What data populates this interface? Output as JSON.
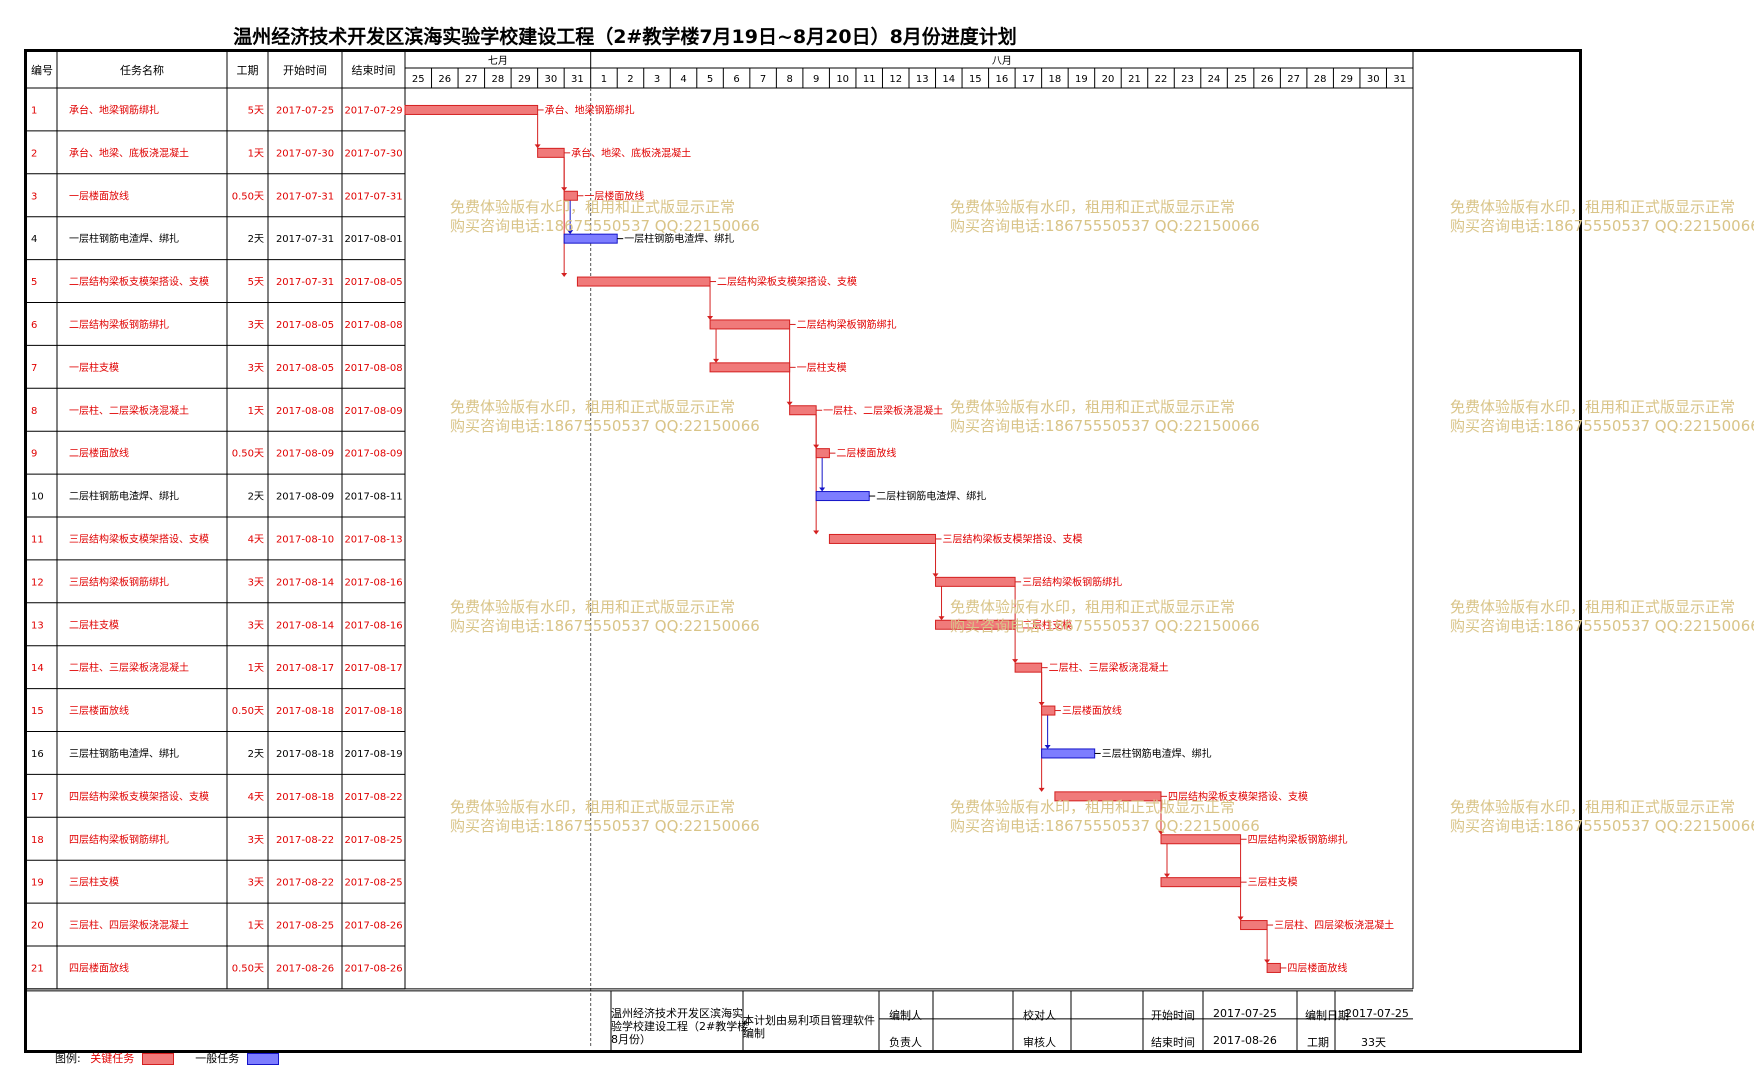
{
  "title": "温州经济技术开发区滨海实验学校建设工程（2#教学楼7月19日~8月20日）8月份进度计划",
  "columns": {
    "id": "编号",
    "name": "任务名称",
    "duration": "工期",
    "start": "开始时间",
    "end": "结束时间"
  },
  "months": [
    "七月",
    "八月"
  ],
  "days": [
    "25",
    "26",
    "27",
    "28",
    "29",
    "30",
    "31",
    "1",
    "2",
    "3",
    "4",
    "5",
    "6",
    "7",
    "8",
    "9",
    "10",
    "11",
    "12",
    "13",
    "14",
    "15",
    "16",
    "17",
    "18",
    "19",
    "20",
    "21",
    "22",
    "23",
    "24",
    "25",
    "26",
    "27",
    "28",
    "29",
    "30",
    "31"
  ],
  "colors": {
    "critical": "#f07a7a",
    "critical_stroke": "#d42020",
    "general": "#7d7dff",
    "general_stroke": "#1414c8",
    "critical_text": "#e00000",
    "normal_text": "#000000",
    "watermark": "#d9c488"
  },
  "chart_data": {
    "type": "gantt",
    "x_range": [
      "2017-07-25",
      "2017-08-31"
    ],
    "today_line": "2017-07-31",
    "tasks": [
      {
        "id": "1",
        "name": "承台、地梁钢筋绑扎",
        "duration": "5天",
        "start": "2017-07-25",
        "end": "2017-07-29",
        "critical": true,
        "bar_start_day": 0,
        "bar_days": 5
      },
      {
        "id": "2",
        "name": "承台、地梁、底板浇混凝土",
        "duration": "1天",
        "start": "2017-07-30",
        "end": "2017-07-30",
        "critical": true,
        "bar_start_day": 5,
        "bar_days": 1
      },
      {
        "id": "3",
        "name": "一层楼面放线",
        "duration": "0.50天",
        "start": "2017-07-31",
        "end": "2017-07-31",
        "critical": true,
        "bar_start_day": 6,
        "bar_days": 0.5
      },
      {
        "id": "4",
        "name": "一层柱钢筋电渣焊、绑扎",
        "duration": "2天",
        "start": "2017-07-31",
        "end": "2017-08-01",
        "critical": false,
        "bar_start_day": 6,
        "bar_days": 2
      },
      {
        "id": "5",
        "name": "二层结构梁板支模架搭设、支模",
        "duration": "5天",
        "start": "2017-07-31",
        "end": "2017-08-05",
        "critical": true,
        "bar_start_day": 6.5,
        "bar_days": 5
      },
      {
        "id": "6",
        "name": "二层结构梁板钢筋绑扎",
        "duration": "3天",
        "start": "2017-08-05",
        "end": "2017-08-08",
        "critical": true,
        "bar_start_day": 11.5,
        "bar_days": 3
      },
      {
        "id": "7",
        "name": "一层柱支模",
        "duration": "3天",
        "start": "2017-08-05",
        "end": "2017-08-08",
        "critical": true,
        "bar_start_day": 11.5,
        "bar_days": 3
      },
      {
        "id": "8",
        "name": "一层柱、二层梁板浇混凝土",
        "duration": "1天",
        "start": "2017-08-08",
        "end": "2017-08-09",
        "critical": true,
        "bar_start_day": 14.5,
        "bar_days": 1
      },
      {
        "id": "9",
        "name": "二层楼面放线",
        "duration": "0.50天",
        "start": "2017-08-09",
        "end": "2017-08-09",
        "critical": true,
        "bar_start_day": 15.5,
        "bar_days": 0.5
      },
      {
        "id": "10",
        "name": "二层柱钢筋电渣焊、绑扎",
        "duration": "2天",
        "start": "2017-08-09",
        "end": "2017-08-11",
        "critical": false,
        "bar_start_day": 15.5,
        "bar_days": 2
      },
      {
        "id": "11",
        "name": "三层结构梁板支模架搭设、支模",
        "duration": "4天",
        "start": "2017-08-10",
        "end": "2017-08-13",
        "critical": true,
        "bar_start_day": 16,
        "bar_days": 4
      },
      {
        "id": "12",
        "name": "三层结构梁板钢筋绑扎",
        "duration": "3天",
        "start": "2017-08-14",
        "end": "2017-08-16",
        "critical": true,
        "bar_start_day": 20,
        "bar_days": 3
      },
      {
        "id": "13",
        "name": "二层柱支模",
        "duration": "3天",
        "start": "2017-08-14",
        "end": "2017-08-16",
        "critical": true,
        "bar_start_day": 20,
        "bar_days": 3
      },
      {
        "id": "14",
        "name": "二层柱、三层梁板浇混凝土",
        "duration": "1天",
        "start": "2017-08-17",
        "end": "2017-08-17",
        "critical": true,
        "bar_start_day": 23,
        "bar_days": 1
      },
      {
        "id": "15",
        "name": "三层楼面放线",
        "duration": "0.50天",
        "start": "2017-08-18",
        "end": "2017-08-18",
        "critical": true,
        "bar_start_day": 24,
        "bar_days": 0.5
      },
      {
        "id": "16",
        "name": "三层柱钢筋电渣焊、绑扎",
        "duration": "2天",
        "start": "2017-08-18",
        "end": "2017-08-19",
        "critical": false,
        "bar_start_day": 24,
        "bar_days": 2
      },
      {
        "id": "17",
        "name": "四层结构梁板支模架搭设、支模",
        "duration": "4天",
        "start": "2017-08-18",
        "end": "2017-08-22",
        "critical": true,
        "bar_start_day": 24.5,
        "bar_days": 4
      },
      {
        "id": "18",
        "name": "四层结构梁板钢筋绑扎",
        "duration": "3天",
        "start": "2017-08-22",
        "end": "2017-08-25",
        "critical": true,
        "bar_start_day": 28.5,
        "bar_days": 3
      },
      {
        "id": "19",
        "name": "三层柱支模",
        "duration": "3天",
        "start": "2017-08-22",
        "end": "2017-08-25",
        "critical": true,
        "bar_start_day": 28.5,
        "bar_days": 3
      },
      {
        "id": "20",
        "name": "三层柱、四层梁板浇混凝土",
        "duration": "1天",
        "start": "2017-08-25",
        "end": "2017-08-26",
        "critical": true,
        "bar_start_day": 31.5,
        "bar_days": 1
      },
      {
        "id": "21",
        "name": "四层楼面放线",
        "duration": "0.50天",
        "start": "2017-08-26",
        "end": "2017-08-26",
        "critical": true,
        "bar_start_day": 32.5,
        "bar_days": 0.5
      }
    ],
    "links": [
      [
        1,
        2
      ],
      [
        2,
        3
      ],
      [
        3,
        4
      ],
      [
        2,
        5
      ],
      [
        5,
        6
      ],
      [
        6,
        7
      ],
      [
        6,
        8
      ],
      [
        8,
        9
      ],
      [
        9,
        10
      ],
      [
        8,
        11
      ],
      [
        11,
        12
      ],
      [
        12,
        13
      ],
      [
        12,
        14
      ],
      [
        14,
        15
      ],
      [
        15,
        16
      ],
      [
        14,
        17
      ],
      [
        17,
        18
      ],
      [
        18,
        19
      ],
      [
        18,
        20
      ],
      [
        20,
        21
      ]
    ]
  },
  "legend": {
    "label": "图例:",
    "critical": "关键任务",
    "general": "一般任务"
  },
  "watermark": {
    "line1": "免费体验版有水印，租用和正式版显示正常",
    "line2": "购买咨询电话:18675550537 QQ:22150066"
  },
  "footer": {
    "project": "温州经济技术开发区滨海实验学校建设工程（2#教学楼8月份）",
    "software": "本计划由易利项目管理软件编制",
    "compiler_label": "编制人",
    "checker_label": "校对人",
    "responsible_label": "负责人",
    "auditor_label": "审核人",
    "start_label": "开始时间",
    "start_value": "2017-07-25",
    "end_label": "结束时间",
    "end_value": "2017-08-26",
    "date_label": "编制日期",
    "date_value": "2017-07-25",
    "duration_label": "工期",
    "duration_value": "33天"
  }
}
